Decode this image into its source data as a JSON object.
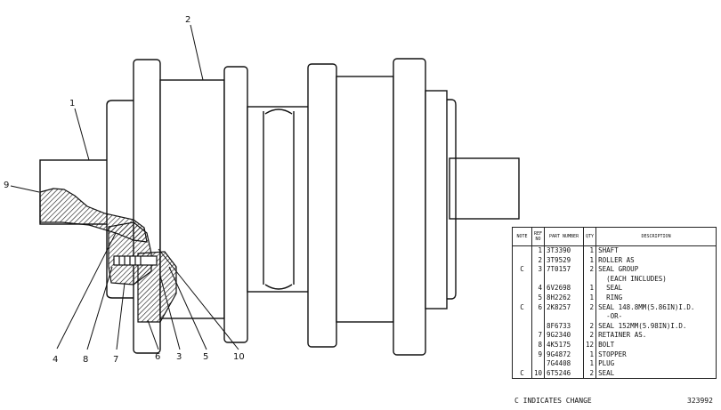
{
  "callouts": [
    "1",
    "2",
    "3",
    "4",
    "5",
    "6",
    "7",
    "8",
    "9",
    "10"
  ],
  "parts_table": {
    "headers": {
      "note": "NOTE",
      "ref_no": "REF NO",
      "part_number": "PART NUMBER",
      "qty": "QTY",
      "description": "DESCRIPTION"
    },
    "rows": [
      {
        "note": "",
        "ref": "1",
        "part": "3T3390",
        "qty": "1",
        "desc": "SHAFT"
      },
      {
        "note": "",
        "ref": "2",
        "part": "3T9529",
        "qty": "1",
        "desc": "ROLLER AS"
      },
      {
        "note": "C",
        "ref": "3",
        "part": "7T0157",
        "qty": "2",
        "desc": "SEAL GROUP"
      },
      {
        "note": "",
        "ref": "",
        "part": "",
        "qty": "",
        "desc": "  (EACH INCLUDES)"
      },
      {
        "note": "",
        "ref": "4",
        "part": "6V2698",
        "qty": "1",
        "desc": "  SEAL"
      },
      {
        "note": "",
        "ref": "5",
        "part": "8H2262",
        "qty": "1",
        "desc": "  RING"
      },
      {
        "note": "C",
        "ref": "6",
        "part": "2K8257",
        "qty": "2",
        "desc": "SEAL 148.8MM(5.86IN)I.D."
      },
      {
        "note": "",
        "ref": "",
        "part": "",
        "qty": "",
        "desc": "  -OR-"
      },
      {
        "note": "",
        "ref": "",
        "part": "8F6733",
        "qty": "2",
        "desc": "SEAL 152MM(5.98IN)I.D."
      },
      {
        "note": "",
        "ref": "7",
        "part": "9G2340",
        "qty": "2",
        "desc": "RETAINER AS."
      },
      {
        "note": "",
        "ref": "8",
        "part": "4K5175",
        "qty": "12",
        "desc": "BOLT"
      },
      {
        "note": "",
        "ref": "9",
        "part": "9G4872",
        "qty": "1",
        "desc": "STOPPER"
      },
      {
        "note": "",
        "ref": "",
        "part": "7G4408",
        "qty": "1",
        "desc": "PLUG"
      },
      {
        "note": "C",
        "ref": "10",
        "part": "6T5246",
        "qty": "2",
        "desc": "SEAL"
      }
    ]
  },
  "footnote": "C  INDICATES CHANGE",
  "drawing_number": "323992"
}
